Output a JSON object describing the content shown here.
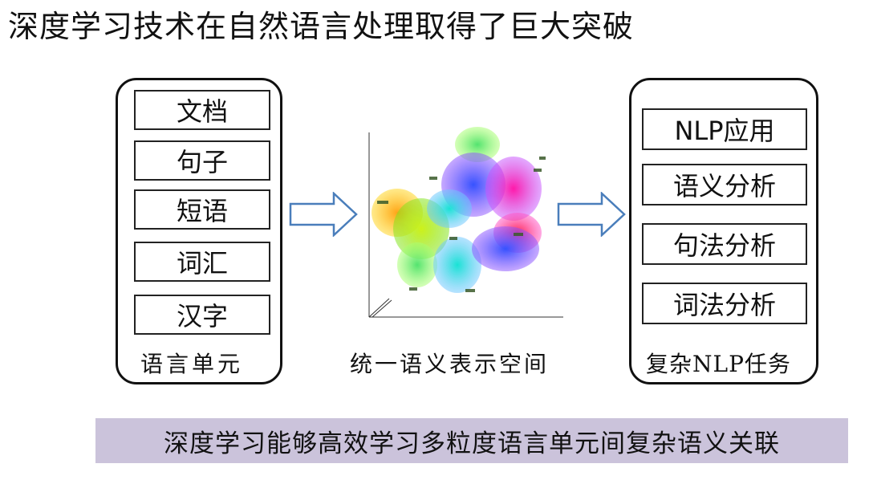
{
  "title": "深度学习技术在自然语言处理取得了巨大突破",
  "left_panel": {
    "items": [
      "文档",
      "句子",
      "短语",
      "词汇",
      "汉字"
    ],
    "caption": "语言单元"
  },
  "middle": {
    "caption": "统一语义表示空间"
  },
  "right_panel": {
    "items": [
      "NLP应用",
      "语义分析",
      "句法分析",
      "词法分析"
    ],
    "caption": "复杂NLP任务"
  },
  "banner": "深度学习能够高效学习多粒度语言单元间复杂语义关联",
  "colors": {
    "banner_bg": "#cbc3db",
    "arrow_fill": "#ffffff",
    "arrow_stroke": "#4a7ebb"
  }
}
